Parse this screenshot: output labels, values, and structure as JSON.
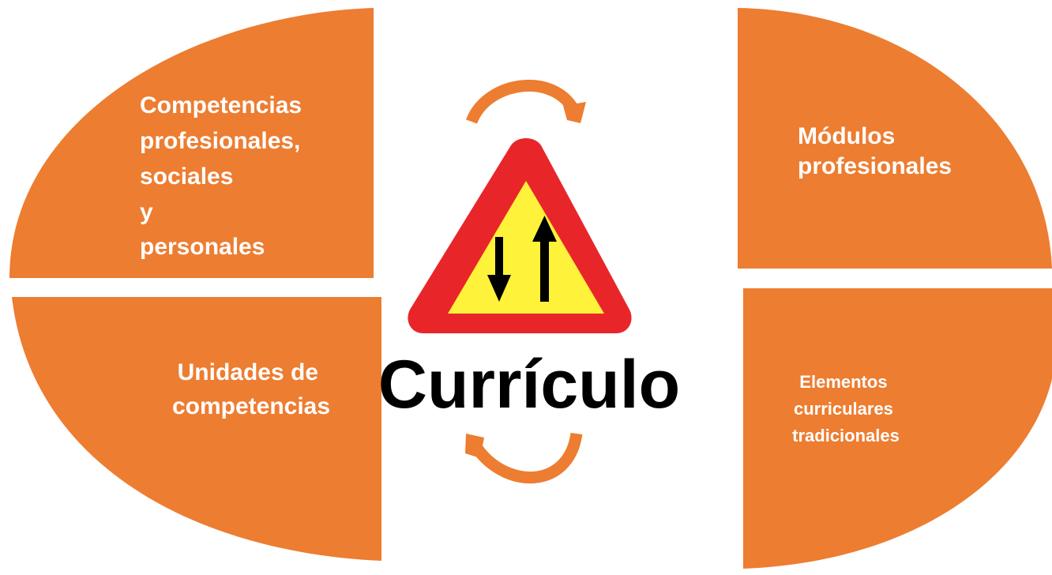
{
  "colors": {
    "quadrant_fill": "#ed7d31",
    "quadrant_text": "#ffffff",
    "sign_border": "#e8262a",
    "sign_inner": "#fff23a",
    "arrow_color": "#000000"
  },
  "center": {
    "title": "Currículo",
    "sign_icon": "two-way-traffic-warning-sign"
  },
  "quadrants": {
    "top_left": {
      "lines": [
        "Competencias",
        "profesionales,",
        "sociales",
        "y",
        "personales"
      ]
    },
    "top_right": {
      "lines": [
        "Módulos",
        "profesionales"
      ]
    },
    "bottom_left": {
      "lines": [
        "Unidades de",
        "competencias"
      ]
    },
    "bottom_right": {
      "lines": [
        "Elementos",
        "curriculares",
        "tradicionales"
      ]
    }
  }
}
